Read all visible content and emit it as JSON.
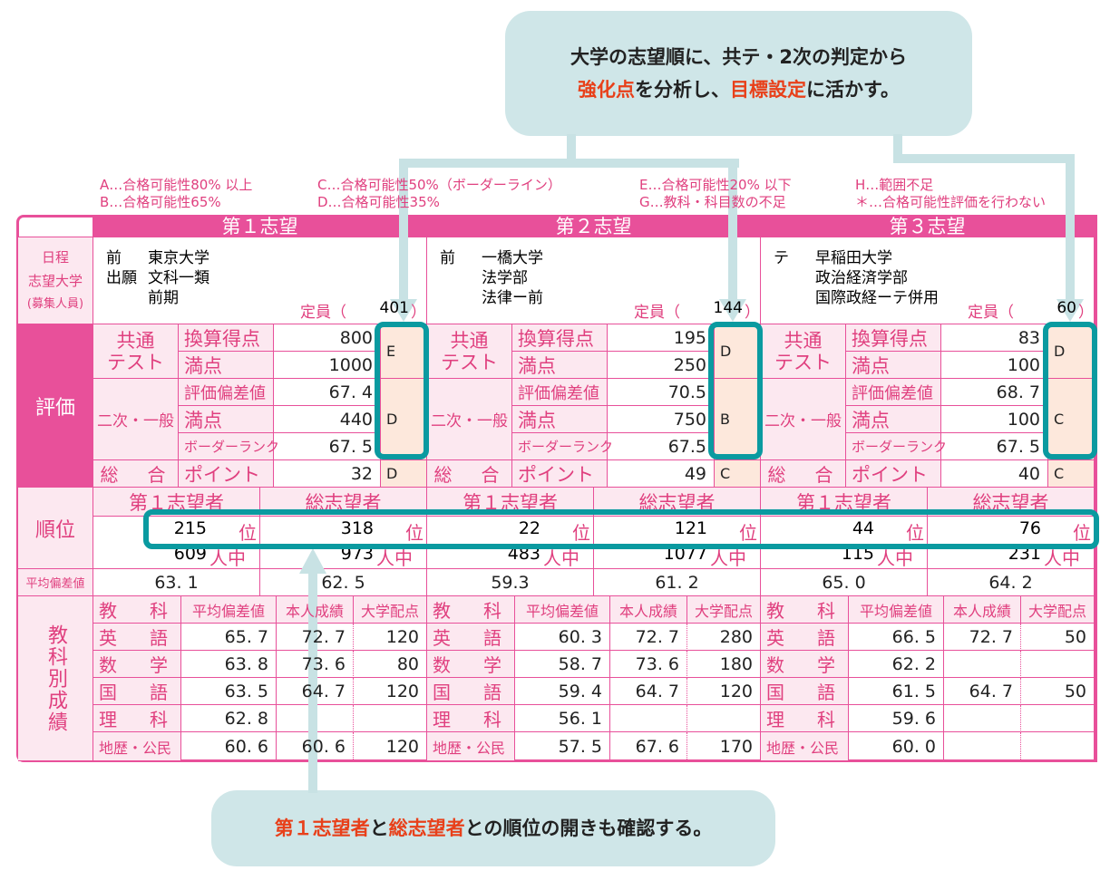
{
  "callout_top": {
    "line1": "大学の志望順に、共テ・2次の判定から",
    "line2_parts": [
      "強化点",
      "を分析し、",
      "目標設定",
      "に活かす。"
    ]
  },
  "callout_bottom": {
    "parts": [
      "第１志望者",
      "と",
      "総志望者",
      "との順位の開きも確認する。"
    ]
  },
  "legend": [
    "A…合格可能性80% 以上",
    "B…合格可能性65%",
    "C…合格可能性50%（ボーダーライン）",
    "D…合格可能性35%",
    "E…合格可能性20% 以下",
    "G…教科・科目数の不足",
    "H…範囲不足",
    "＊…合格可能性評価を行わない"
  ],
  "labels": {
    "schedule": "日程",
    "univ": "志望大学",
    "capacity_note": "(募集人員)",
    "eval": "評価",
    "common1": "共通",
    "common2": "テスト",
    "conv": "換算得点",
    "full": "満点",
    "second": "二次・一般",
    "dev": "評価偏差値",
    "border": "ボーダーランク",
    "total": "総　合",
    "point": "ポイント",
    "rank": "順位",
    "first_applicants": "第１志望者",
    "all_applicants": "総志望者",
    "rank_unit": "位",
    "count_unit": "人中",
    "avg_dev": "平均偏差値",
    "subj_col": "教　科",
    "avg_col": "平均偏差値",
    "own_col": "本人成績",
    "alloc_col": "大学配点",
    "capacity": "定員（",
    "close": "）",
    "subjects": [
      "英　語",
      "数　学",
      "国　語",
      "理　科",
      "地歴・公民"
    ],
    "subj_block": "教科別成績"
  },
  "colors": {
    "pink": "#e8509a",
    "light_pink": "#fce8f0",
    "teal": "#0a9aa0",
    "grade_bg": "#fde8dc",
    "highlight": "#e8401a"
  },
  "choices": [
    {
      "title": "第１志望",
      "sched": [
        "前",
        "出願",
        ""
      ],
      "univ": [
        "東京大学",
        "文科一類",
        "前期"
      ],
      "capacity": "401",
      "common": {
        "score": "800",
        "full": "1000",
        "grade": "E"
      },
      "second": {
        "dev": "67. 4",
        "full": "440",
        "border": "67. 5",
        "grade": "D"
      },
      "total": {
        "point": "32",
        "grade": "D"
      },
      "rank": {
        "first": "215",
        "first_total": "609",
        "all": "318",
        "all_total": "973"
      },
      "avg": [
        "63. 1",
        "62. 5"
      ],
      "subjects": [
        [
          "65. 7",
          "72. 7",
          "120"
        ],
        [
          "63. 8",
          "73. 6",
          "80"
        ],
        [
          "63. 5",
          "64. 7",
          "120"
        ],
        [
          "62. 8",
          "",
          ""
        ],
        [
          "60. 6",
          "60. 6",
          "120"
        ]
      ]
    },
    {
      "title": "第２志望",
      "sched": [
        "前",
        "",
        ""
      ],
      "univ": [
        "一橋大学",
        "法学部",
        "法律ー前"
      ],
      "capacity": "144",
      "common": {
        "score": "195",
        "full": "250",
        "grade": "D"
      },
      "second": {
        "dev": "70.5",
        "full": "750",
        "border": "67.5",
        "grade": "B"
      },
      "total": {
        "point": "49",
        "grade": "C"
      },
      "rank": {
        "first": "22",
        "first_total": "483",
        "all": "121",
        "all_total": "1077"
      },
      "avg": [
        "59.3",
        "61. 2"
      ],
      "subjects": [
        [
          "60. 3",
          "72. 7",
          "280"
        ],
        [
          "58. 7",
          "73. 6",
          "180"
        ],
        [
          "59. 4",
          "64. 7",
          "120"
        ],
        [
          "56. 1",
          "",
          ""
        ],
        [
          "57. 5",
          "67. 6",
          "170"
        ]
      ]
    },
    {
      "title": "第３志望",
      "sched": [
        "テ",
        "",
        ""
      ],
      "univ": [
        "早稲田大学",
        "政治経済学部",
        "国際政経ーテ併用"
      ],
      "capacity": "60",
      "common": {
        "score": "83",
        "full": "100",
        "grade": "D"
      },
      "second": {
        "dev": "68. 7",
        "full": "100",
        "border": "67. 5",
        "grade": "C"
      },
      "total": {
        "point": "40",
        "grade": "C"
      },
      "rank": {
        "first": "44",
        "first_total": "115",
        "all": "76",
        "all_total": "231"
      },
      "avg": [
        "65. 0",
        "64. 2"
      ],
      "subjects": [
        [
          "66. 5",
          "72. 7",
          "50"
        ],
        [
          "62. 2",
          "",
          ""
        ],
        [
          "61. 5",
          "64. 7",
          "50"
        ],
        [
          "59. 6",
          "",
          ""
        ],
        [
          "60. 0",
          "",
          ""
        ]
      ]
    }
  ]
}
